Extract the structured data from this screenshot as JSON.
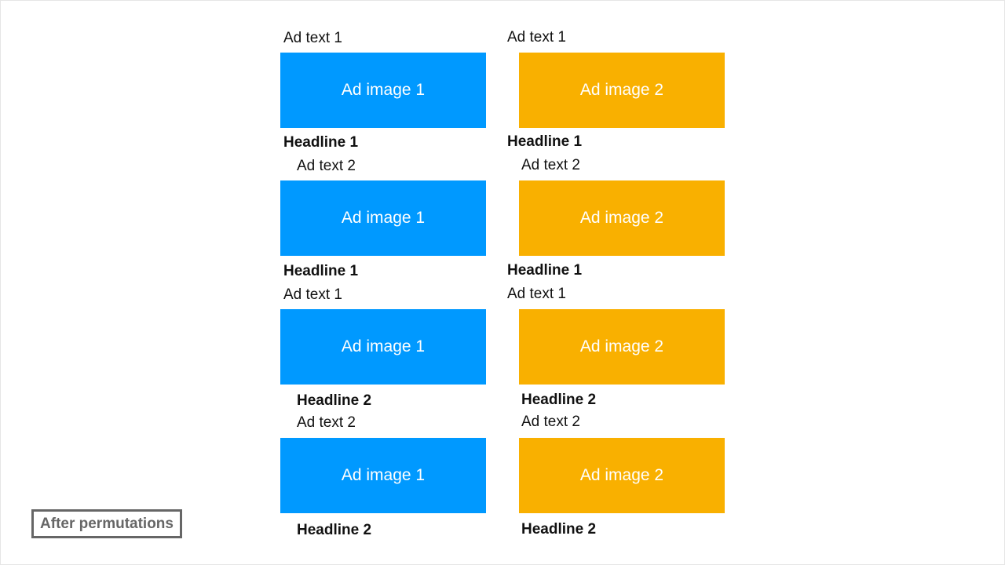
{
  "colors": {
    "image_1": "#0099ff",
    "image_2": "#f9b000",
    "badge": "#666666"
  },
  "badge_label": "After permutations",
  "columns": [
    {
      "variants": [
        {
          "ad_text": "Ad text 1",
          "image": "Ad image 1",
          "headline": "Headline 1"
        },
        {
          "ad_text": "Ad text 2",
          "image": "Ad image 1",
          "headline": "Headline 1"
        },
        {
          "ad_text": "Ad text 1",
          "image": "Ad image 1",
          "headline": "Headline 2"
        },
        {
          "ad_text": "Ad text 2",
          "image": "Ad image 1",
          "headline": "Headline 2"
        }
      ]
    },
    {
      "variants": [
        {
          "ad_text": "Ad text 1",
          "image": "Ad image 2",
          "headline": "Headline 1"
        },
        {
          "ad_text": "Ad text 2",
          "image": "Ad image 2",
          "headline": "Headline 1"
        },
        {
          "ad_text": "Ad text 1",
          "image": "Ad image 2",
          "headline": "Headline 2"
        },
        {
          "ad_text": "Ad text 2",
          "image": "Ad image 2",
          "headline": "Headline 2"
        }
      ]
    }
  ]
}
